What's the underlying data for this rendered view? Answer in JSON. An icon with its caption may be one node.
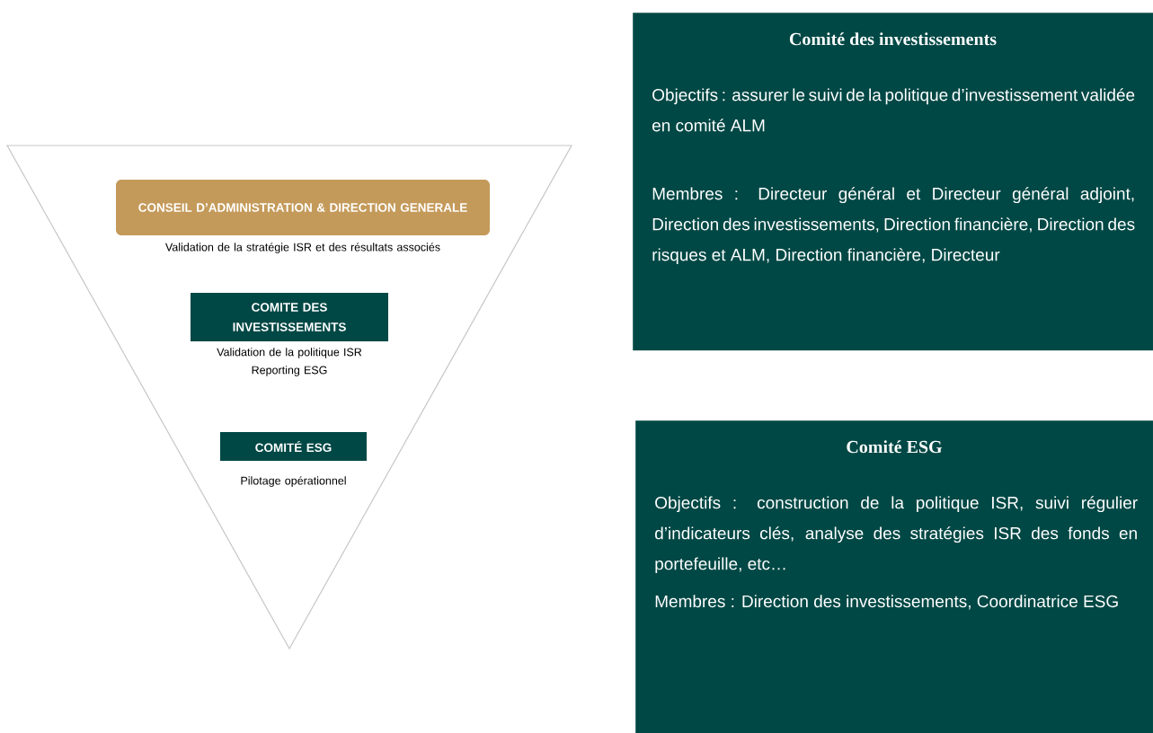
{
  "diagram": {
    "nodes": [
      {
        "text": [
          "CONSEIL D’ADMINISTRATION & DIRECTION GENERALE"
        ],
        "beside": [
          "Validation de la stratégie ISR et des résultats associés"
        ]
      },
      {
        "text": [
          "COMITE DES INVESTISSEMENTS"
        ],
        "beside": [
          "Validation de la politique ISR",
          "Reporting ESG"
        ]
      },
      {
        "text": [
          "COMITÉ ESG"
        ],
        "beside": [
          "Pilotage opérationnel"
        ]
      },
      {
        "text": [
          "Comité des investissements",
          "Objectifs : assurer le suivi de la politique d’investissement validée en comité ALM",
          "Membres : Directeur général et Directeur général adjoint, Direction des investissements, Direction financière, Direction des risques et ALM, Direction financière, Directeur"
        ]
      },
      {
        "text": [
          "Comité ESG",
          "Objectifs : construction de la politique ISR, suivi régulier d’indicateurs clés, analyse des stratégies ISR des fonds en portefeuille, etc…",
          "Membres : Direction des investissements, Coordinatrice ESG"
        ]
      }
    ]
  }
}
